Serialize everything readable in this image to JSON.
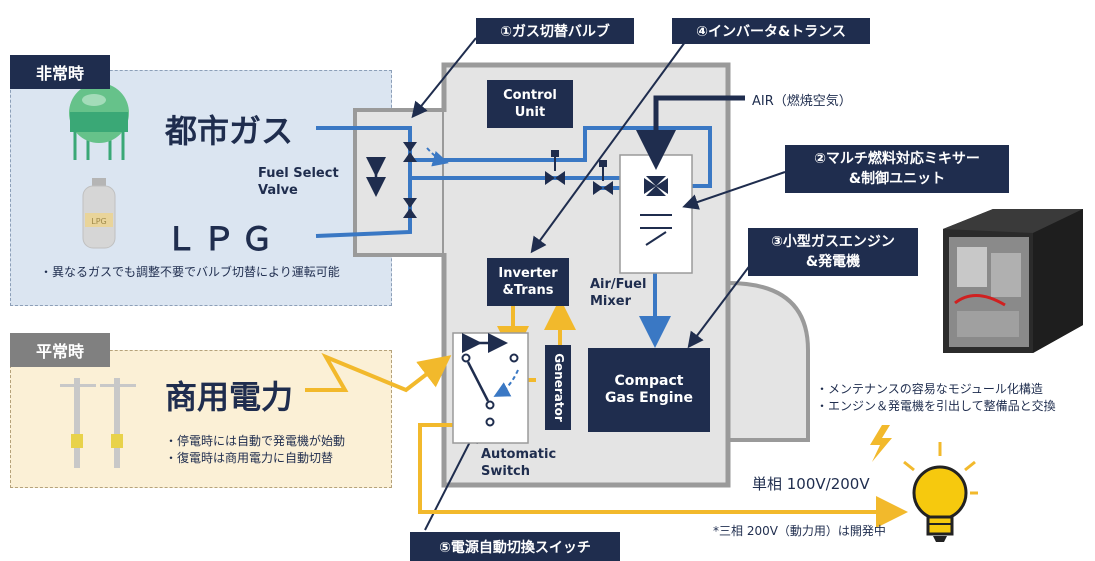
{
  "sections": {
    "emergency": {
      "tag": "非常時",
      "city_gas": "都市ガス",
      "lpg": "ＬＰＧ",
      "lpg_tank_label": "LPG",
      "note": "・異なるガスでも調整不要でバルブ切替により運転可能"
    },
    "normal": {
      "tag": "平常時",
      "commercial_power": "商用電力",
      "notes": [
        "・停電時には自動で発電機が始動",
        "・復電時は商用電力に自動切替"
      ]
    }
  },
  "callouts": {
    "c1": "①ガス切替バルブ",
    "c2": "②マルチ燃料対応ミキサー\n&制御ユニット",
    "c3": "③小型ガスエンジン\n&発電機",
    "c4": "④インバータ&トランス",
    "c5": "⑤電源自動切換スイッチ"
  },
  "components": {
    "fuel_select_valve": "Fuel Select\nValve",
    "control_unit": "Control\nUnit",
    "air_label": "AIR（燃焼空気）",
    "air_fuel_mixer": "Air/Fuel\nMixer",
    "inverter": "Inverter\n&Trans",
    "generator": "Generator",
    "engine": "Compact\nGas Engine",
    "auto_switch": "Automatic\nSwitch"
  },
  "product_notes": [
    "・メンテナンスの容易なモジュール化構造",
    "・エンジン＆発電機を引出して整備品と交換"
  ],
  "output": {
    "voltage": "単相 100V/200V",
    "footnote": "*三相 200V（動力用）は開発中"
  },
  "colors": {
    "navy": "#1f2d4e",
    "pipe_blue": "#3a78c4",
    "power_yellow": "#f2b92c",
    "emergency_bg": "#dbe5f1",
    "normal_bg": "#fbf0d6",
    "unit_grey": "#e4e4e4"
  },
  "icons": [
    "gas-tank-icon",
    "lpg-cylinder-icon",
    "utility-pole-icon",
    "valve-icon",
    "fan-icon",
    "lightning-icon",
    "light-bulb-icon"
  ]
}
